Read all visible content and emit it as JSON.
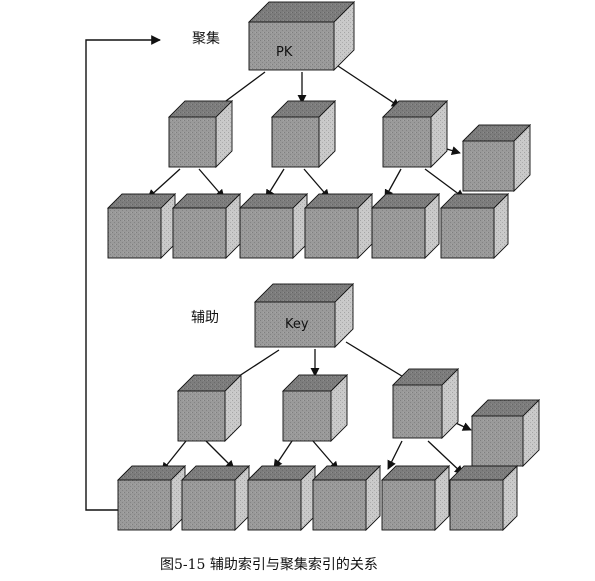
{
  "diagram": {
    "top_label": "聚集",
    "top_root_label": "PK",
    "bottom_label": "辅助",
    "bottom_root_label": "Key",
    "caption": "图5-15   辅助索引与聚集索引的关系"
  },
  "colors": {
    "cube_front": "#9a9a9a",
    "cube_top": "#7d7d7d",
    "cube_side": "#c9c9c9",
    "stroke": "#1a1a1a",
    "background": "#ffffff"
  }
}
